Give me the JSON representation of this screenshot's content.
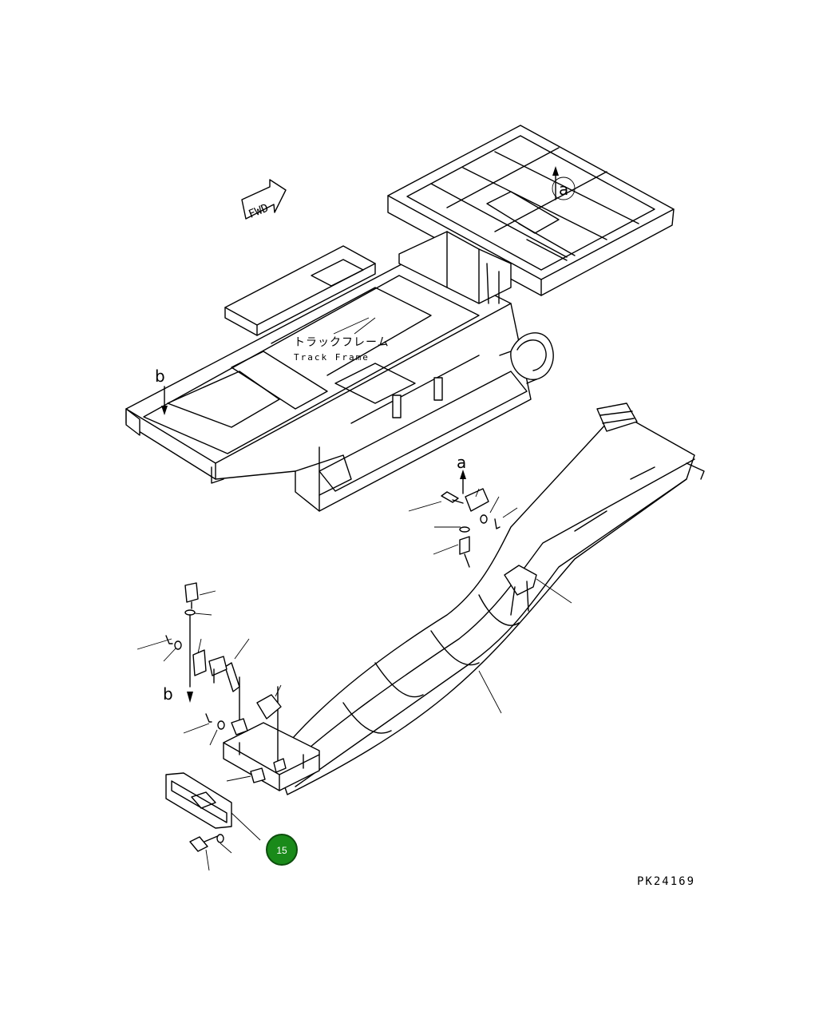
{
  "labels": {
    "fwd": "FWD",
    "track_frame_jp": "トラックフレーム",
    "track_frame_en": "Track Frame",
    "view_a_top": "a",
    "view_a_side": "a",
    "view_b_top": "b",
    "view_b_side": "b",
    "drawing_number": "PK24169"
  },
  "callouts": [
    {
      "number": "15",
      "color": "#1a8a1a",
      "text_color": "#ffffff"
    }
  ]
}
